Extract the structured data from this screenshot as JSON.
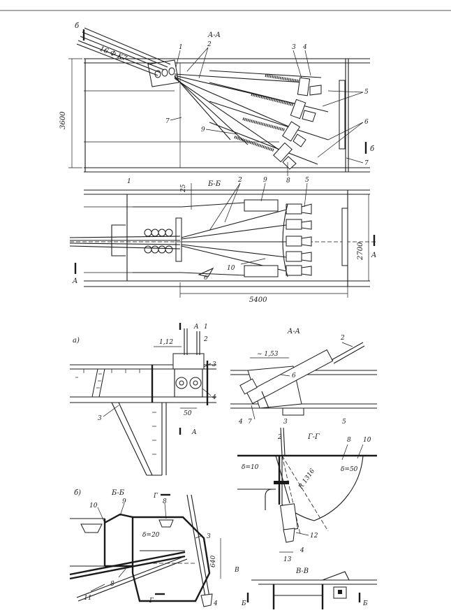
{
  "top": {
    "section_title": "A-A",
    "cable_label": "16 Ф K7",
    "dim_height": "3600",
    "section_mark_b": "б",
    "callouts": [
      "1",
      "2",
      "3",
      "4",
      "5",
      "6",
      "7",
      "7",
      "8",
      "9"
    ],
    "bottom_left_number": "1"
  },
  "plan": {
    "section_title": "Б-Б",
    "callouts": [
      "2",
      "9",
      "5",
      "6",
      "10"
    ],
    "dim_small": "25",
    "dim_width": "2700",
    "dim_length": "5400",
    "section_mark_a": "A"
  },
  "fig_a": {
    "letter": "а)",
    "dim_top": "1,12",
    "dim_bottom": "50",
    "section_mark": "A",
    "callouts": [
      "1",
      "2",
      "3",
      "4",
      "3"
    ]
  },
  "fig_a_section": {
    "title": "A-A",
    "dim": "~ 1,53",
    "callouts": [
      "2",
      "6",
      "4",
      "7",
      "3",
      "5"
    ]
  },
  "fig_gg": {
    "title": "Г-Г",
    "delta_left": "δ=10",
    "delta_right": "δ=50",
    "radius": "R 1316",
    "dim_bottom": "13",
    "callouts": [
      "2",
      "8",
      "10",
      "12",
      "4"
    ]
  },
  "fig_b": {
    "letter": "б)",
    "title": "Б-Б",
    "delta": "δ=20",
    "dim": "640",
    "section_mark_g": "Г",
    "section_mark_v": "В",
    "callouts": [
      "10",
      "9",
      "8",
      "3",
      "8",
      "11",
      "4"
    ]
  },
  "fig_vv": {
    "title": "В-В",
    "section_mark_b": "Б"
  }
}
